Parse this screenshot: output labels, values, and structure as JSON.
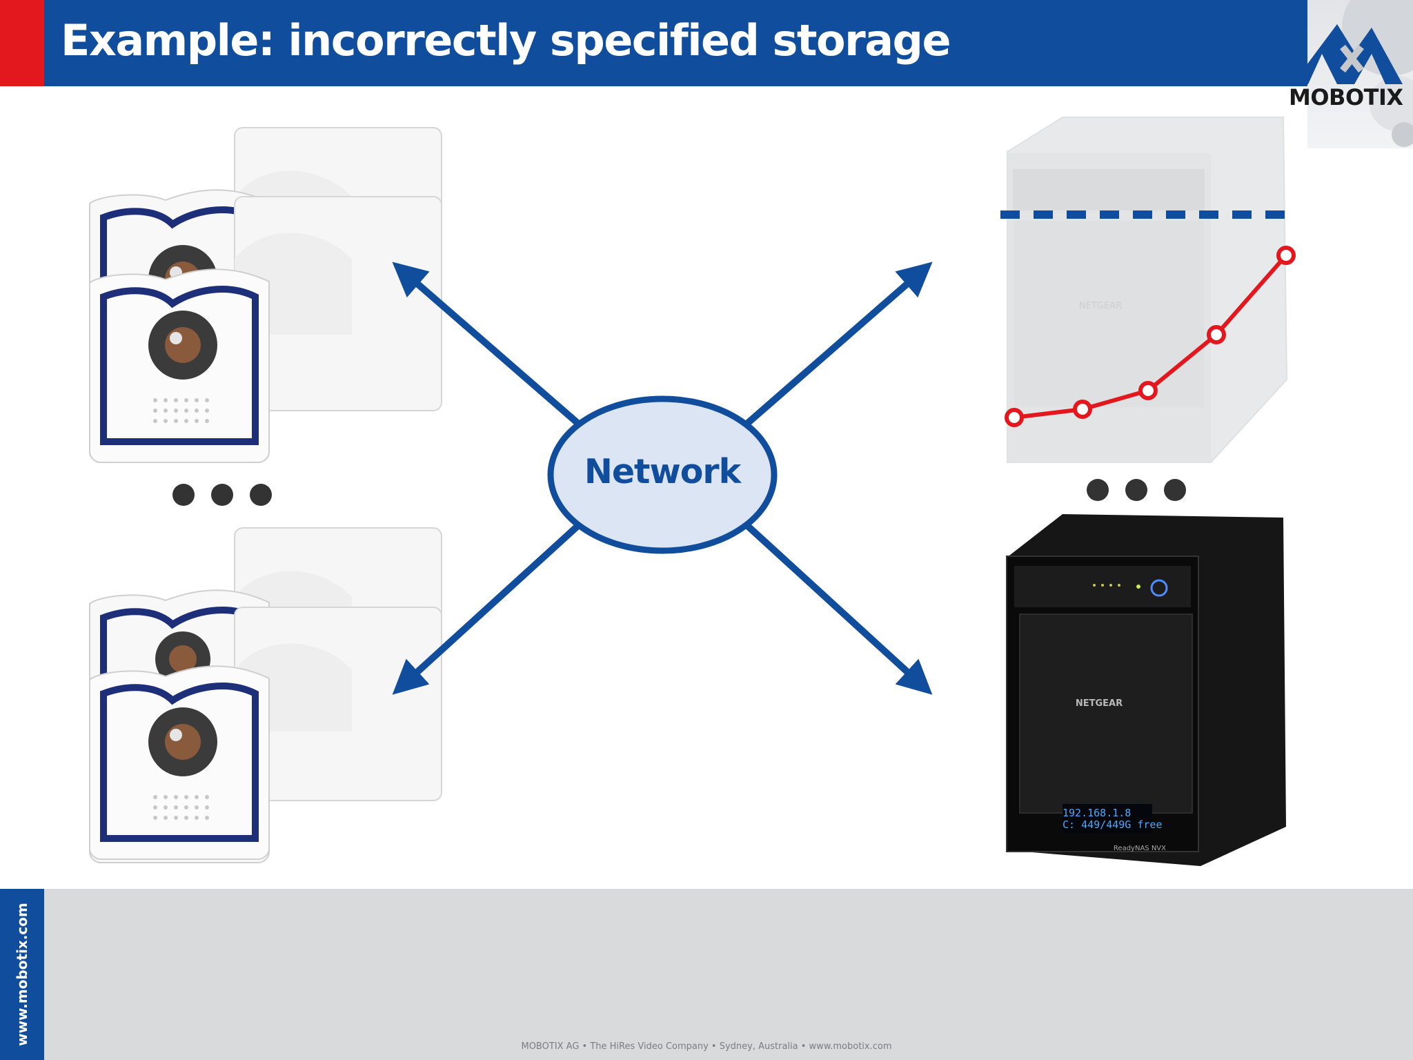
{
  "slide": {
    "title": "Example: incorrectly specified storage"
  },
  "logo": {
    "text": "MOBOTIX"
  },
  "diagram": {
    "center_label": "Network",
    "nodes": [
      {
        "name": "camera-group-top",
        "type": "camera"
      },
      {
        "name": "camera-group-bottom",
        "type": "camera"
      },
      {
        "name": "nas-faded",
        "type": "storage",
        "state": "faded"
      },
      {
        "name": "nas-active",
        "type": "storage",
        "state": "active"
      }
    ],
    "nas_brand": "NETGEAR",
    "nas_display_line1": "192.168.1.8",
    "nas_display_line2": "C: 449/449G free",
    "nas_model": "ReadyNAS NVX",
    "ellipsis_marks": [
      "left",
      "right"
    ],
    "colors": {
      "brand_blue": "#114d9d",
      "accent_red": "#e3181f",
      "network_fill": "#dce5f4",
      "trend_line": "#e3181f",
      "capacity_limit": "#114d9d"
    }
  },
  "chart_data": {
    "type": "line",
    "title": "",
    "xlabel": "",
    "ylabel": "",
    "series": [
      {
        "values": [
          1,
          2,
          3,
          4,
          5
        ]
      }
    ],
    "capacity_limit_line": "dashed"
  },
  "footer": {
    "side_url": "www.mobotix.com",
    "credit": "MOBOTIX AG  •  The HiRes Video Company  •  Sydney, Australia  •  www.mobotix.com"
  }
}
